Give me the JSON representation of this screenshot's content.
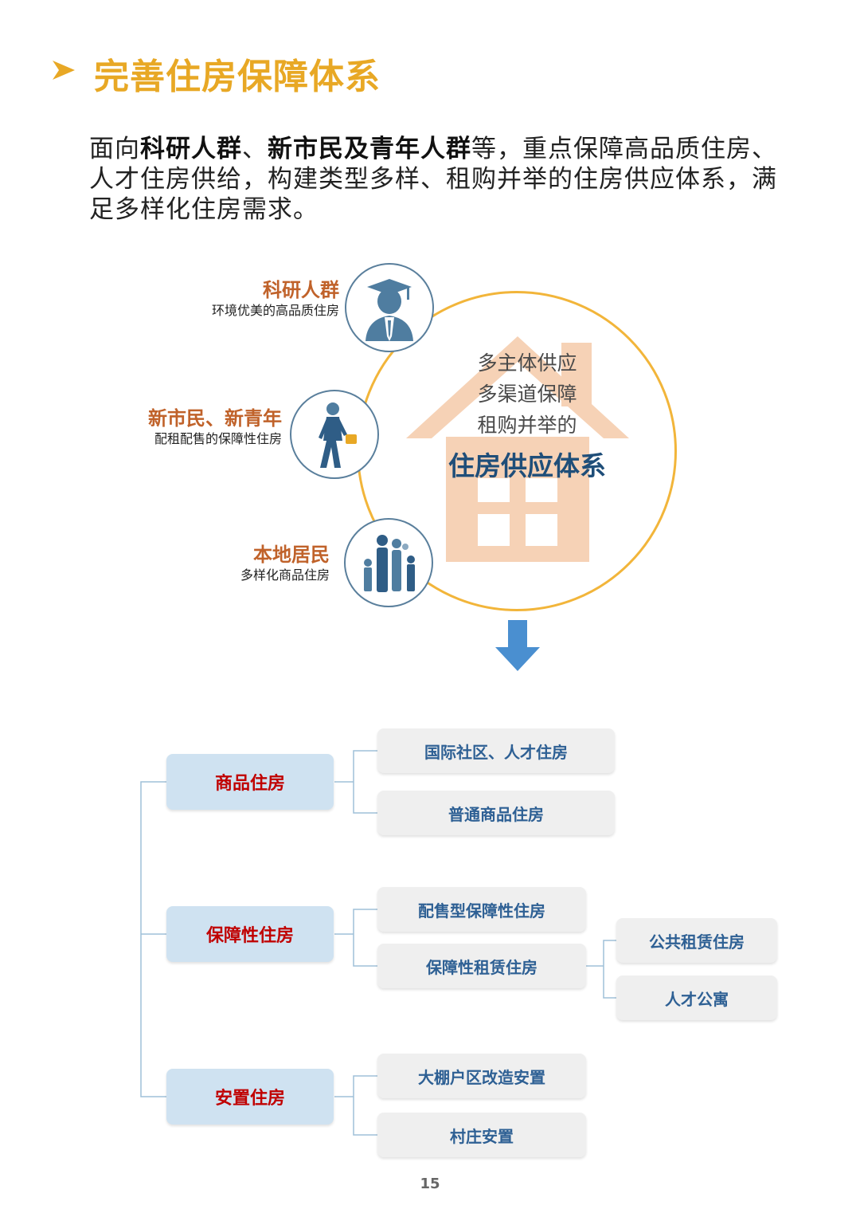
{
  "header": {
    "title": "完善住房保障体系"
  },
  "intro": {
    "p1": "面向",
    "b1": "科研人群",
    "p2": "、",
    "b2": "新市民及青年人群",
    "p3": "等，重点保障高品质住房、人才住房供给，构建类型多样、租购并举的住房供应体系，满足多样化住房需求。"
  },
  "groups": [
    {
      "name": "科研人群",
      "desc": "环境优美的高品质住房",
      "icon": "graduate-icon"
    },
    {
      "name": "新市民、新青年",
      "desc": "配租配售的保障性住房",
      "icon": "walking-person-icon"
    },
    {
      "name": "本地居民",
      "desc": "多样化商品住房",
      "icon": "family-icon"
    }
  ],
  "system": {
    "line1": "多主体供应",
    "line2": "多渠道保障",
    "line3": "租购并举的",
    "title": "住房供应体系"
  },
  "tree": {
    "cat1": {
      "label": "商品住房",
      "items": [
        "国际社区、人才住房",
        "普通商品住房"
      ]
    },
    "cat2": {
      "label": "保障性住房",
      "items": [
        "配售型保障性住房",
        "保障性租赁住房"
      ],
      "sub_items": [
        "公共租赁住房",
        "人才公寓"
      ]
    },
    "cat3": {
      "label": "安置住房",
      "items": [
        "大棚户区改造安置",
        "村庄安置"
      ]
    }
  },
  "footer": {
    "page_number": "15"
  },
  "colors": {
    "title": "#E8A825",
    "accent_orange": "#C0622A",
    "circle_border": "#F2B53A",
    "house": "#F6D2B6",
    "arrow": "#4A8FD0",
    "category_bg": "#CFE2F1",
    "category_text": "#C00000",
    "item_text": "#2E6094"
  }
}
